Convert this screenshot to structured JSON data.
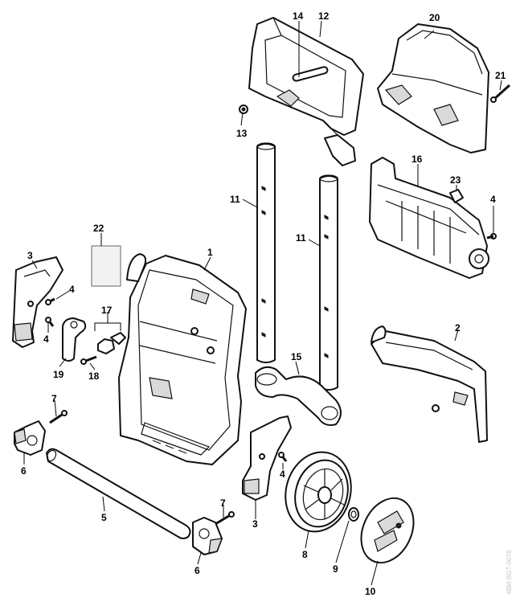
{
  "callouts": {
    "c1": "1",
    "c2": "2",
    "c3a": "3",
    "c3b": "3",
    "c4a": "4",
    "c4b": "4",
    "c4c": "4",
    "c4d": "4",
    "c5": "5",
    "c6a": "6",
    "c6b": "6",
    "c7a": "7",
    "c7b": "7",
    "c8": "8",
    "c9": "9",
    "c10": "10",
    "c11a": "11",
    "c11b": "11",
    "c12": "12",
    "c13": "13",
    "c14": "14",
    "c15": "15",
    "c16": "16",
    "c17": "17",
    "c18": "18",
    "c19": "19",
    "c20": "20",
    "c21": "21",
    "c22": "22",
    "c23": "23"
  },
  "watermark": "4BM-BGT-0076"
}
